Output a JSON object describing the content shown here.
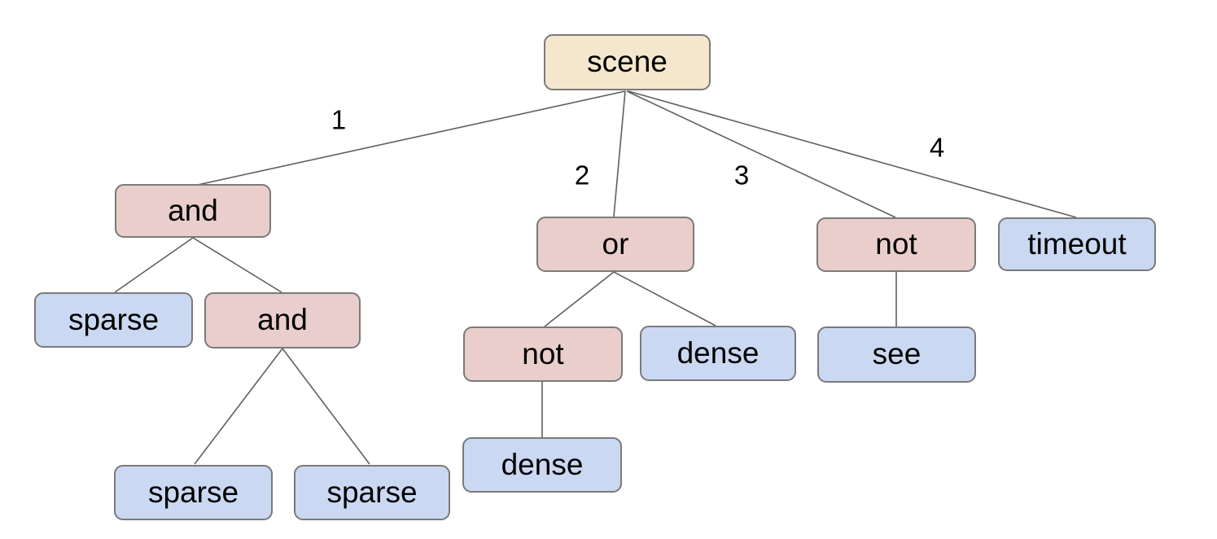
{
  "diagram": {
    "kind": "tree",
    "description": "Behavior/expression tree rooted at 'scene' with four numbered branches"
  },
  "colors": {
    "root_fill": "#f5e7cd",
    "operator_fill": "#e9cecb",
    "leaf_fill": "#cbd8f2",
    "node_border": "#7a7a7a",
    "line_color": "#5f5f5f",
    "text_color": "#000000",
    "background": "#ffffff"
  },
  "nodes": [
    {
      "id": "scene",
      "label": "scene",
      "kind": "root"
    },
    {
      "id": "and-1",
      "label": "and",
      "kind": "operator"
    },
    {
      "id": "or-1",
      "label": "or",
      "kind": "operator"
    },
    {
      "id": "not-1",
      "label": "not",
      "kind": "operator"
    },
    {
      "id": "timeout",
      "label": "timeout",
      "kind": "leaf"
    },
    {
      "id": "sparse-0",
      "label": "sparse",
      "kind": "leaf"
    },
    {
      "id": "and-2",
      "label": "and",
      "kind": "operator"
    },
    {
      "id": "not-2",
      "label": "not",
      "kind": "operator"
    },
    {
      "id": "dense-1",
      "label": "dense",
      "kind": "leaf"
    },
    {
      "id": "see",
      "label": "see",
      "kind": "leaf"
    },
    {
      "id": "dense-2",
      "label": "dense",
      "kind": "leaf"
    },
    {
      "id": "sparse-1",
      "label": "sparse",
      "kind": "leaf"
    },
    {
      "id": "sparse-2",
      "label": "sparse",
      "kind": "leaf"
    }
  ],
  "edge_labels": [
    "1",
    "2",
    "3",
    "4"
  ],
  "tree": {
    "label": "scene",
    "children": [
      {
        "branch": "1",
        "label": "and",
        "children": [
          {
            "label": "sparse"
          },
          {
            "label": "and",
            "children": [
              {
                "label": "sparse"
              },
              {
                "label": "sparse"
              }
            ]
          }
        ]
      },
      {
        "branch": "2",
        "label": "or",
        "children": [
          {
            "label": "not",
            "children": [
              {
                "label": "dense"
              }
            ]
          },
          {
            "label": "dense"
          }
        ]
      },
      {
        "branch": "3",
        "label": "not",
        "children": [
          {
            "label": "see"
          }
        ]
      },
      {
        "branch": "4",
        "label": "timeout"
      }
    ]
  }
}
